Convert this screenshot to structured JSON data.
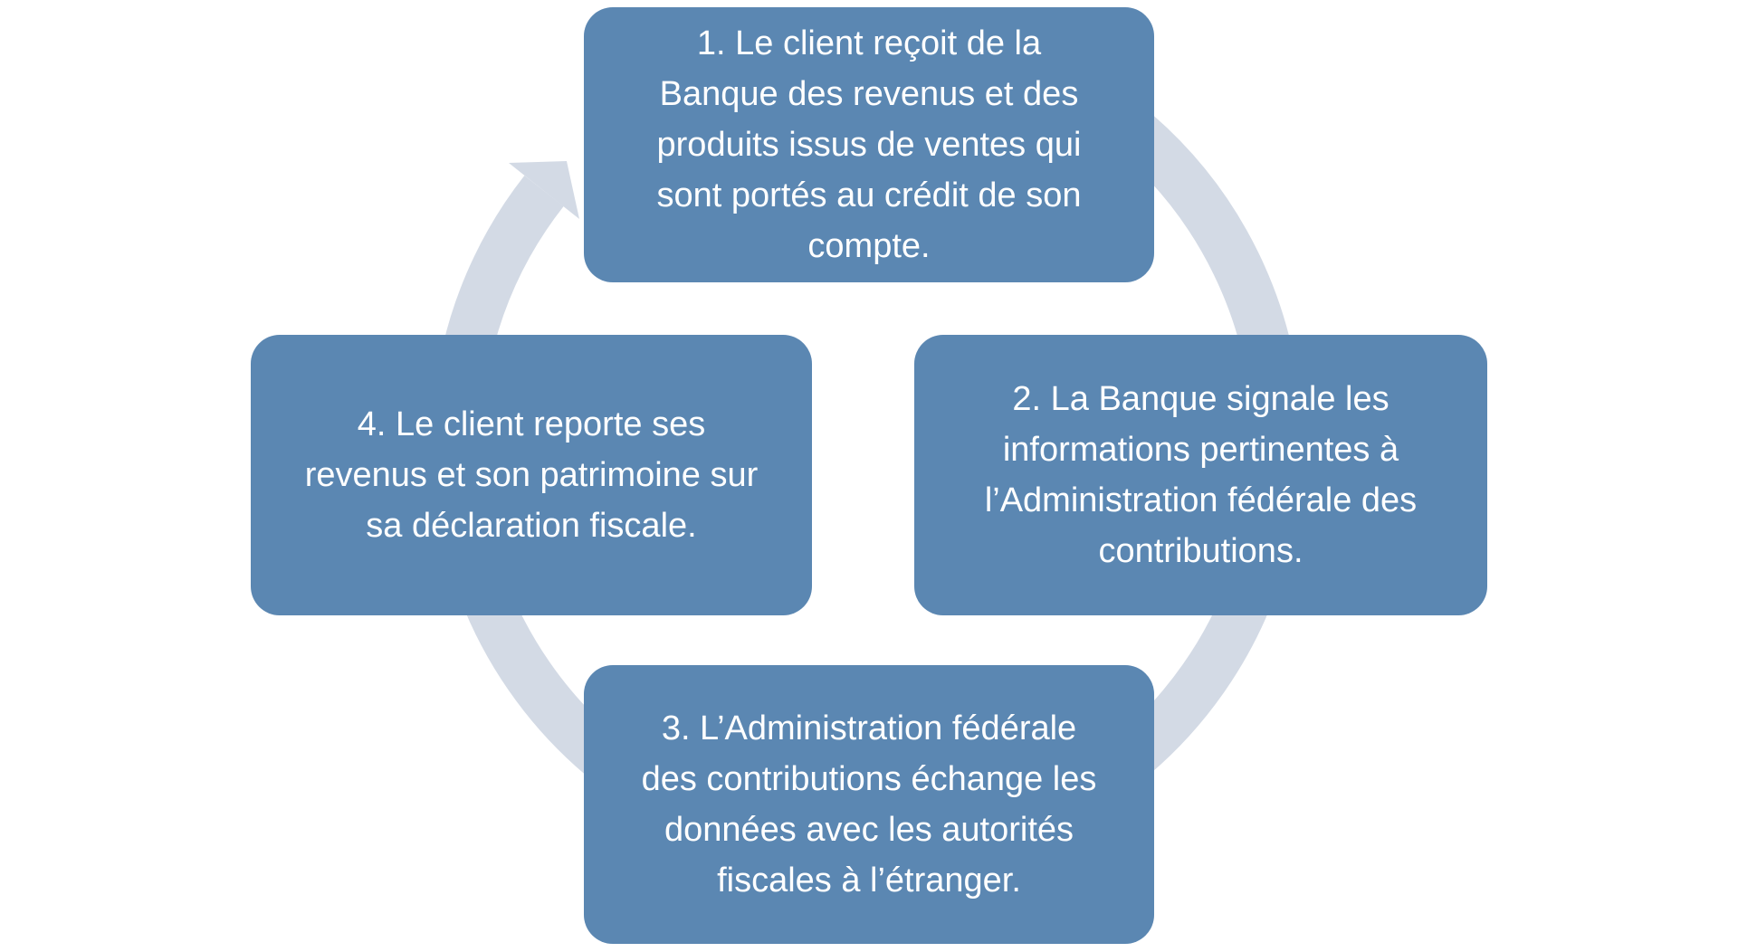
{
  "diagram": {
    "type": "cycle",
    "direction": "clockwise",
    "colors": {
      "background": "#FFFFFF",
      "box": "#5B87B2",
      "text": "#FFFFFF",
      "arrow": "#D3DAE5"
    },
    "steps": [
      {
        "id": "1",
        "position": "top",
        "text": "1. Le client reçoit de la\nBanque des revenus et des\nproduits issus de ventes qui\nsont portés au crédit de son\ncompte."
      },
      {
        "id": "2",
        "position": "right",
        "text": "2. La Banque signale les\ninformations pertinentes à\nl’Administration fédérale des\ncontributions."
      },
      {
        "id": "3",
        "position": "bottom",
        "text": "3. L’Administration fédérale\ndes contributions échange les\ndonnées avec les autorités\nfiscales à l’étranger."
      },
      {
        "id": "4",
        "position": "left",
        "text": "4. Le client reporte ses\nrevenus et son patrimoine sur\nsa déclaration fiscale."
      }
    ]
  }
}
